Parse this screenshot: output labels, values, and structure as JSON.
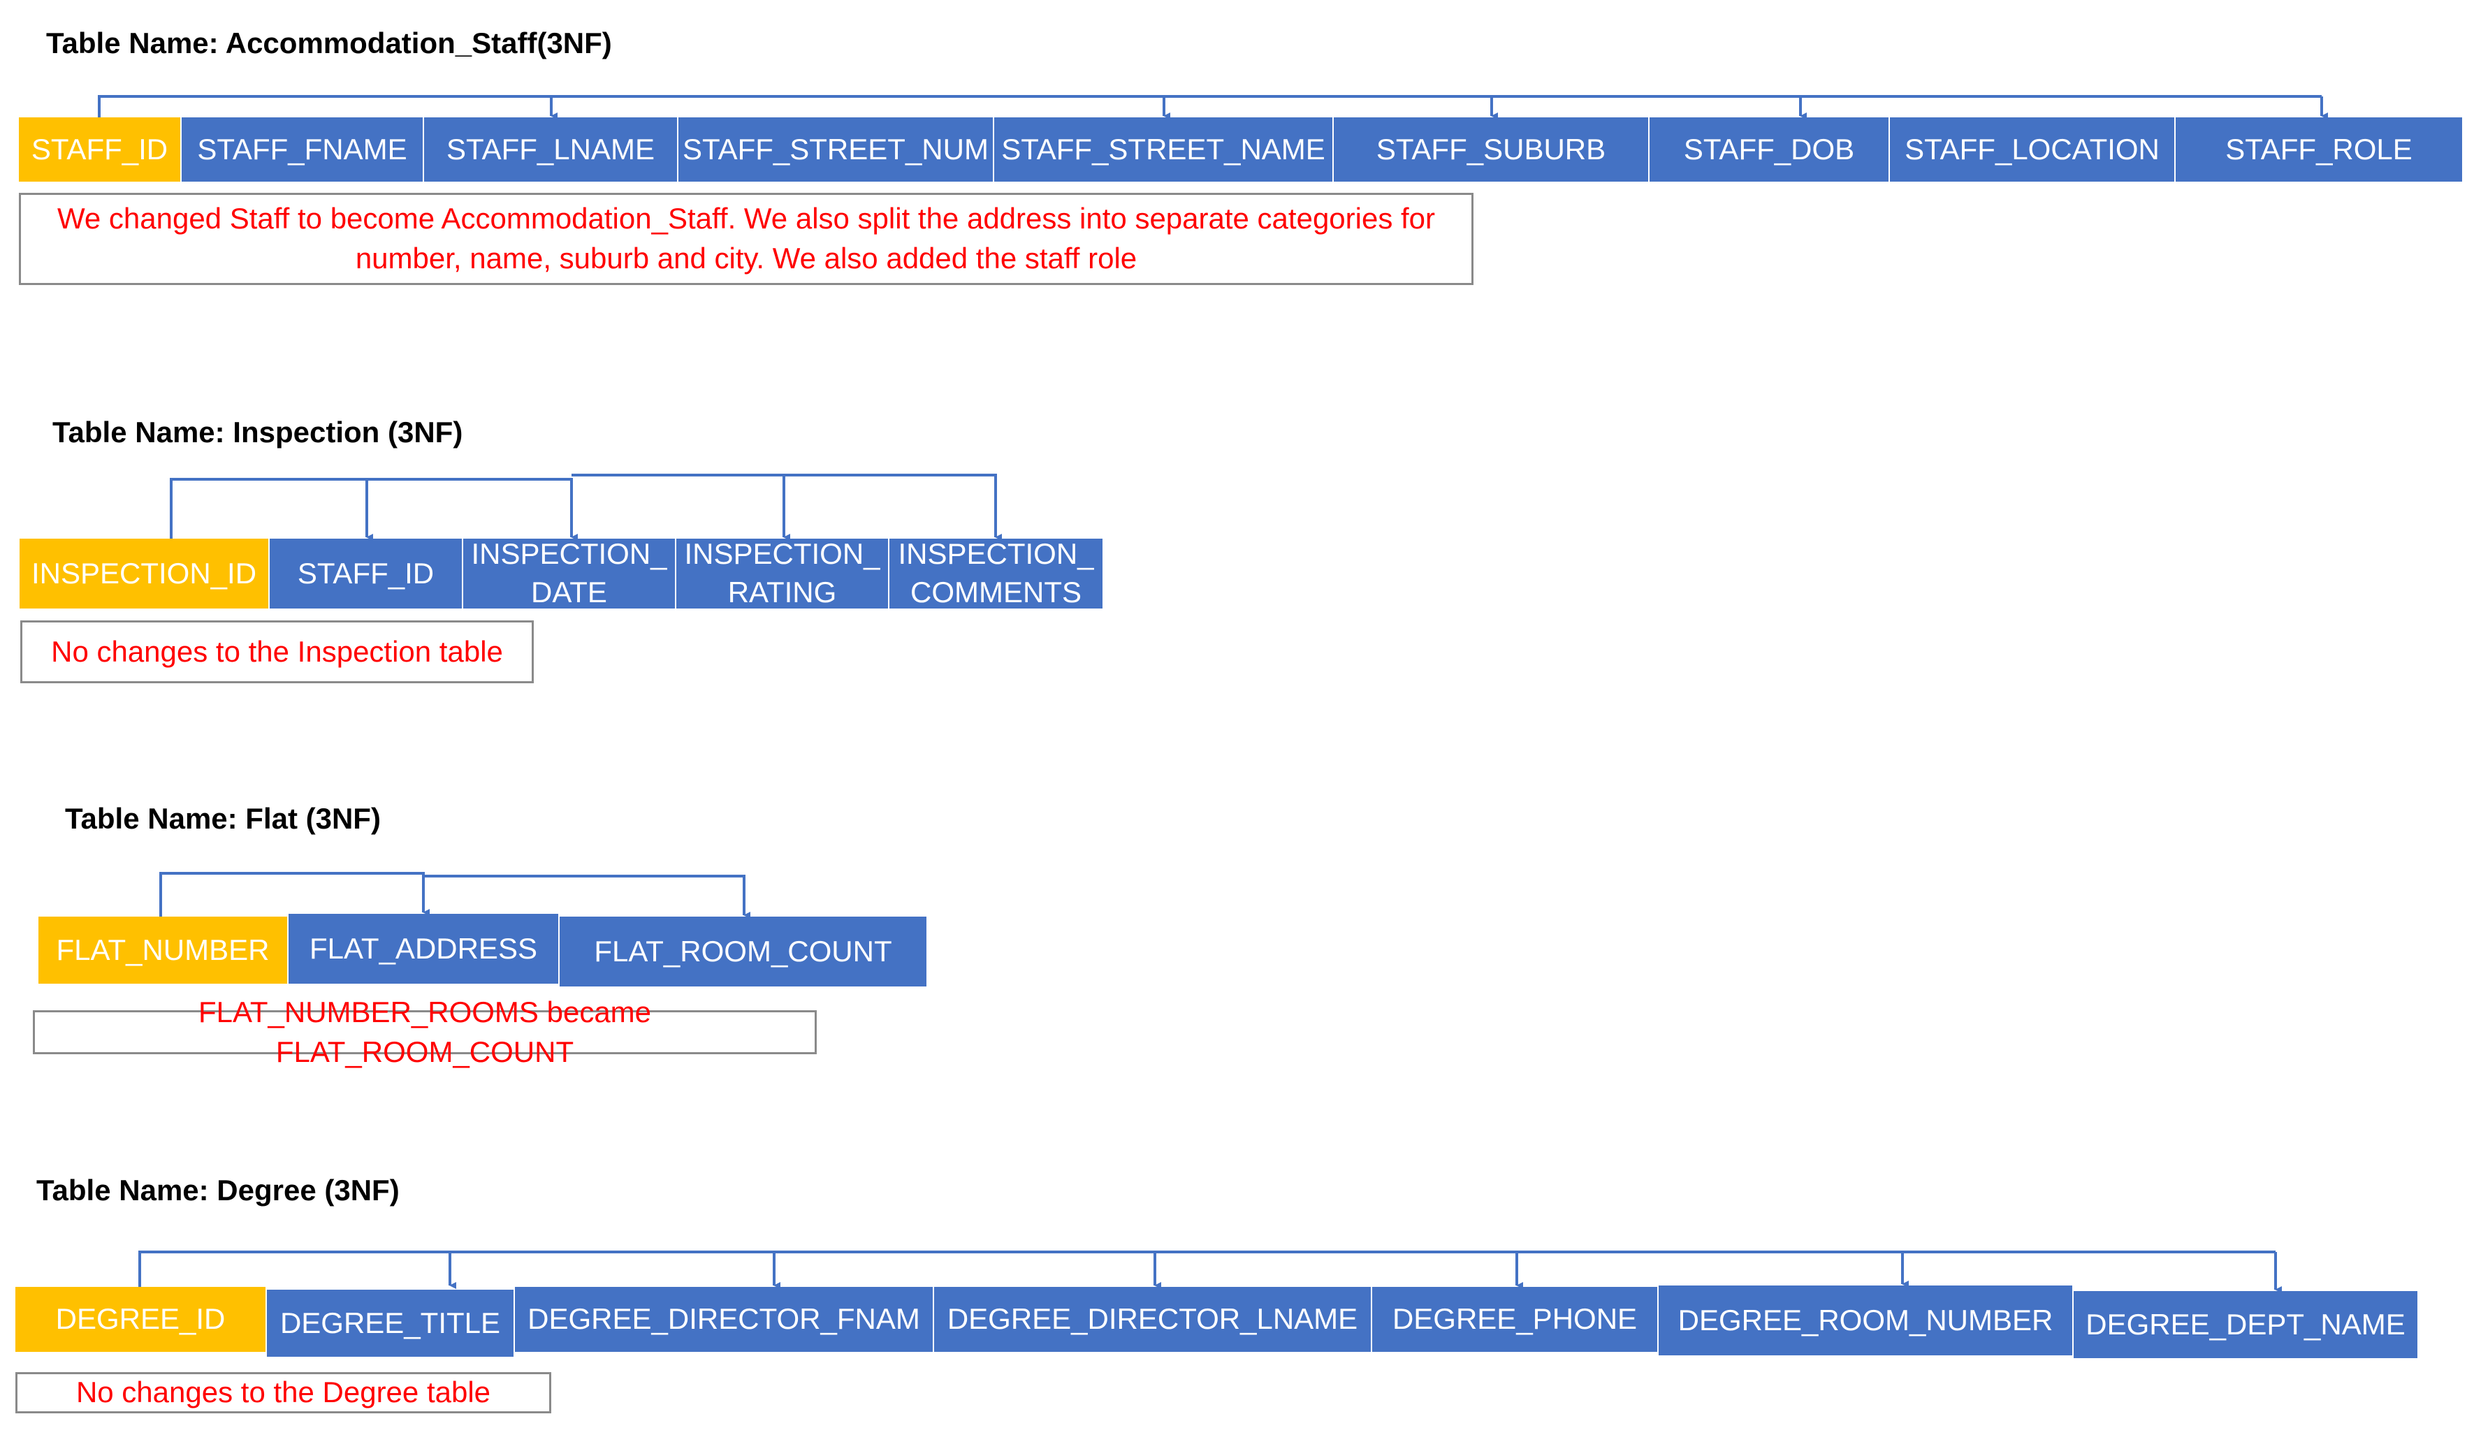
{
  "colors": {
    "primary_key": "#FFC000",
    "attribute": "#4472C4",
    "note_text": "#FF0000",
    "arrow": "#4472C4"
  },
  "tables": [
    {
      "title": "Table Name: Accommodation_Staff(3NF)",
      "primary_key": "STAFF_ID",
      "columns": [
        "STAFF_FNAME",
        "STAFF_LNAME",
        "STAFF_STREET_NUM",
        "STAFF_STREET_NAME",
        "STAFF_SUBURB",
        "STAFF_DOB",
        "STAFF_LOCATION",
        "STAFF_ROLE"
      ],
      "note": "We changed Staff to become Accommodation_Staff. We also split the address into separate categories for number, name, suburb and city. We also added the staff role"
    },
    {
      "title": "Table Name: Inspection (3NF)",
      "primary_key": "INSPECTION_ID",
      "columns": [
        "STAFF_ID",
        "INSPECTION_\nDATE",
        "INSPECTION_\nRATING",
        "INSPECTION_\nCOMMENTS"
      ],
      "note": "No changes to the Inspection table"
    },
    {
      "title": "Table Name: Flat (3NF)",
      "primary_key": "FLAT_NUMBER",
      "columns": [
        "FLAT_ADDRESS",
        "FLAT_ROOM_COUNT"
      ],
      "note": "FLAT_NUMBER_ROOMS became FLAT_ROOM_COUNT"
    },
    {
      "title": "Table Name: Degree (3NF)",
      "primary_key": "DEGREE_ID",
      "columns": [
        "DEGREE_TITLE",
        "DEGREE_DIRECTOR_FNAM",
        "DEGREE_DIRECTOR_LNAME",
        "DEGREE_PHONE",
        "DEGREE_ROOM_NUMBER",
        "DEGREE_DEPT_NAME"
      ],
      "note": "No changes to the Degree table"
    }
  ]
}
